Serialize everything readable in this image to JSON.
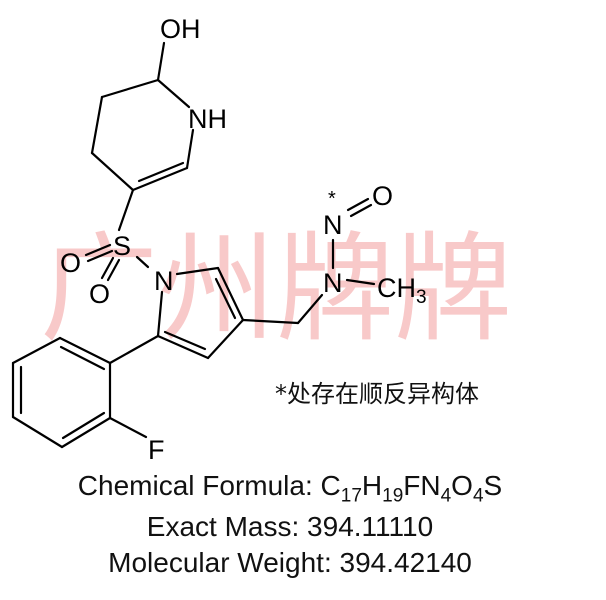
{
  "atoms": {
    "oh": "OH",
    "nh": "NH",
    "s": "S",
    "o_left": "O",
    "o_lower": "O",
    "n_pyrrole": "N",
    "n_amine": "N",
    "ch3_c": "CH",
    "ch3_sub": "3",
    "n_nitroso": "N",
    "o_nitroso": "O",
    "star": "*",
    "f": "F"
  },
  "note": "*处存在顺反异构体",
  "watermark": "广州牌牌",
  "info": {
    "formula_label": "Chemical Formula: ",
    "formula_parts": [
      "C",
      "17",
      "H",
      "19",
      "FN",
      "4",
      "O",
      "4",
      "S"
    ],
    "exact_mass": "Exact Mass: 394.11110",
    "molecular_weight": "Molecular Weight: 394.42140"
  }
}
